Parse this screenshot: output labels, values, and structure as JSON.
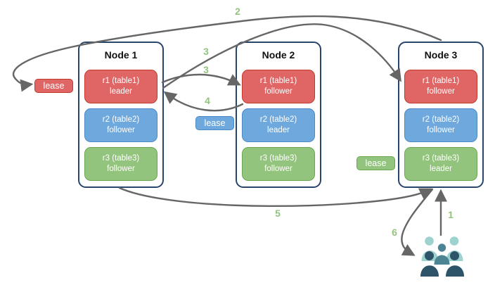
{
  "nodes": [
    {
      "title": "Node 1",
      "replicas": [
        {
          "label": "r1 (table1)",
          "role": "leader",
          "color_key": "red"
        },
        {
          "label": "r2 (table2)",
          "role": "follower",
          "color_key": "blue"
        },
        {
          "label": "r3 (table3)",
          "role": "follower",
          "color_key": "green"
        }
      ]
    },
    {
      "title": "Node 2",
      "replicas": [
        {
          "label": "r1 (table1)",
          "role": "follower",
          "color_key": "red"
        },
        {
          "label": "r2 (table2)",
          "role": "leader",
          "color_key": "blue"
        },
        {
          "label": "r3 (table3)",
          "role": "follower",
          "color_key": "green"
        }
      ]
    },
    {
      "title": "Node 3",
      "replicas": [
        {
          "label": "r1 (table1)",
          "role": "follower",
          "color_key": "red"
        },
        {
          "label": "r2 (table2)",
          "role": "follower",
          "color_key": "blue"
        },
        {
          "label": "r3 (table3)",
          "role": "leader",
          "color_key": "green"
        }
      ]
    }
  ],
  "leases": [
    {
      "label": "lease",
      "color_key": "red"
    },
    {
      "label": "lease",
      "color_key": "blue"
    },
    {
      "label": "lease",
      "color_key": "green"
    }
  ],
  "step_labels": {
    "s1": "1",
    "s2": "2",
    "s3a": "3",
    "s3b": "3",
    "s4": "4",
    "s5": "5",
    "s6": "6"
  },
  "icons": {
    "clients": "users-group-icon"
  },
  "colors": {
    "red_fill": "#e06666",
    "red_border": "#c0392b",
    "blue_fill": "#6fa8dc",
    "blue_border": "#4a89c7",
    "green_fill": "#93c47d",
    "green_border": "#6aa84f",
    "node_border": "#28456c",
    "arrow": "#666666",
    "step_number": "#93c47d",
    "users_light": "#9ed2ce",
    "users_mid": "#4d8494",
    "users_dark": "#2d5468"
  }
}
